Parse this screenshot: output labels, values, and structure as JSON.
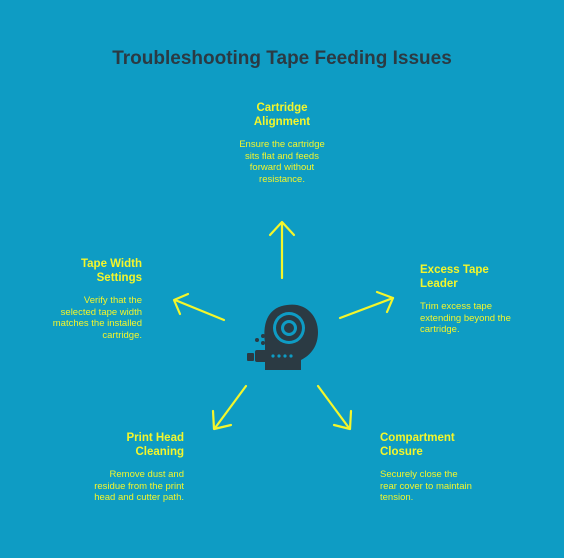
{
  "title": "Troubleshooting Tape Feeding Issues",
  "colors": {
    "background": "#0E9CC4",
    "accent": "#F4F62B",
    "icon": "#2B3A43"
  },
  "center_icon": "tape-roll-icon",
  "items": [
    {
      "id": "cartridge",
      "heading": "Cartridge\nAlignment",
      "body": "Ensure the cartridge\nsits flat and feeds\nforward without\nresistance."
    },
    {
      "id": "tape-width",
      "heading": "Tape Width\nSettings",
      "body": "Verify that the\nselected tape width\nmatches the installed\ncartridge."
    },
    {
      "id": "excess",
      "heading": "Excess Tape\nLeader",
      "body": "Trim excess tape\nextending beyond the\ncartridge."
    },
    {
      "id": "print-head",
      "heading": "Print Head\nCleaning",
      "body": "Remove dust and\nresidue from the print\nhead and cutter path."
    },
    {
      "id": "compartment",
      "heading": "Compartment\nClosure",
      "body": "Securely close the\nrear cover to maintain\ntension."
    }
  ]
}
